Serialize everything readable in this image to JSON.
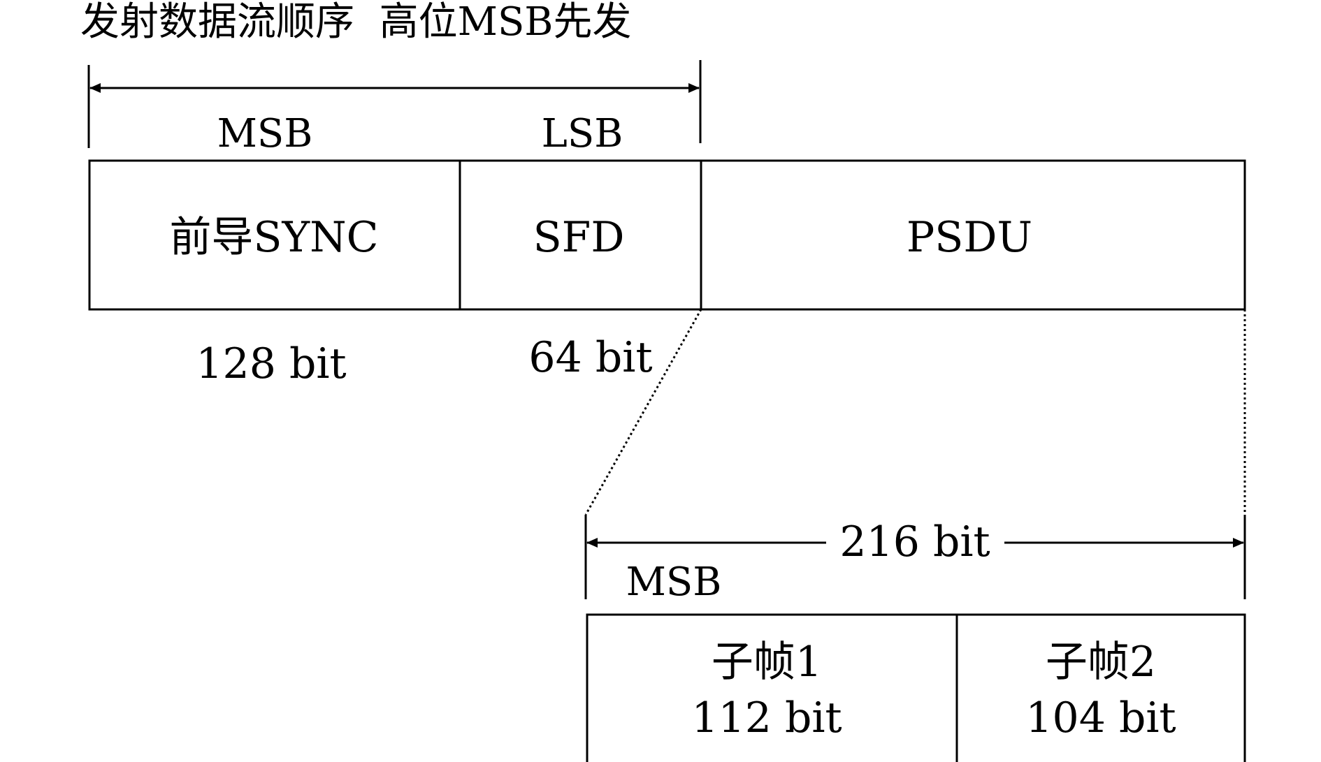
{
  "title": "发射数据流顺序  高位MSB先发",
  "frame": {
    "msb_label": "MSB",
    "lsb_label": "LSB",
    "fields": [
      {
        "name": "前导SYNC",
        "bits": "128 bit"
      },
      {
        "name": "SFD",
        "bits": "64 bit"
      },
      {
        "name": "PSDU",
        "bits": ""
      }
    ]
  },
  "psdu": {
    "length_label": "216 bit",
    "msb_label": "MSB",
    "subframes": [
      {
        "name": "子帧1",
        "bits": "112 bit"
      },
      {
        "name": "子帧2",
        "bits": "104 bit"
      }
    ]
  }
}
